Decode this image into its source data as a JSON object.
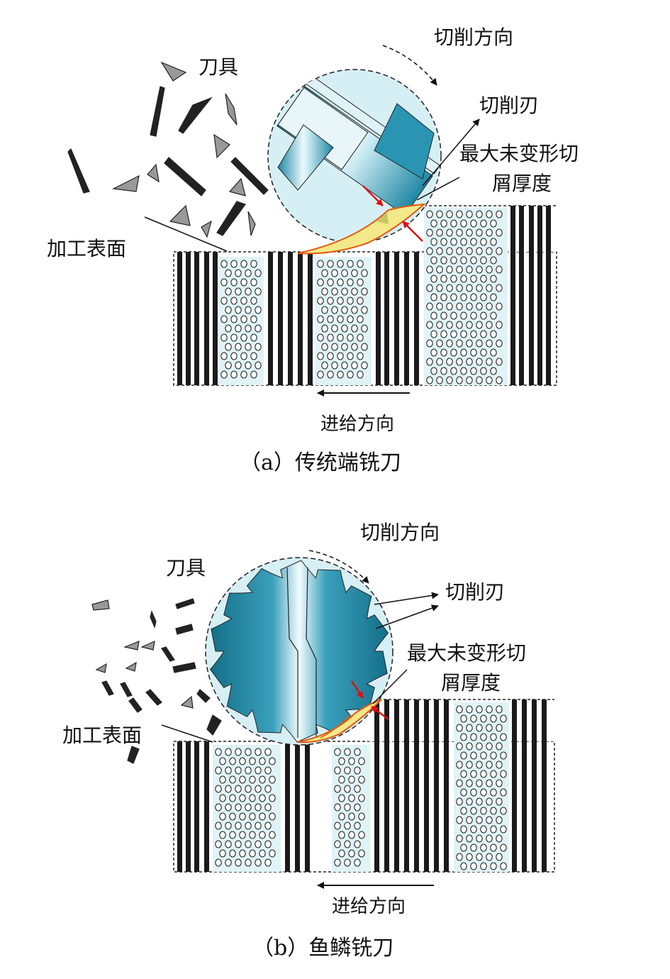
{
  "panel_a": {
    "caption": "（a）传统端铣刀",
    "labels": {
      "cut_dir": "切削方向",
      "tool": "刀具",
      "edge": "切削刃",
      "max_thick_1": "最大未变形切",
      "max_thick_2": "屑厚度",
      "surface": "加工表面",
      "feed": "进给方向"
    }
  },
  "panel_b": {
    "caption": "（b）鱼鳞铣刀",
    "labels": {
      "cut_dir": "切削方向",
      "tool": "刀具",
      "edge": "切削刃",
      "max_thick_1": "最大未变形切",
      "max_thick_2": "屑厚度",
      "surface": "加工表面",
      "feed": "进给方向"
    }
  },
  "colors": {
    "tool_fill": "#d6eff5",
    "tool_dark": "#1f8aa6",
    "chip_yellow": "#f3e98a",
    "chip_edge": "#e05a10",
    "arrow_red": "#e01010",
    "bar_black": "#1a1a1a",
    "pore_fill": "#e0f3f7"
  }
}
